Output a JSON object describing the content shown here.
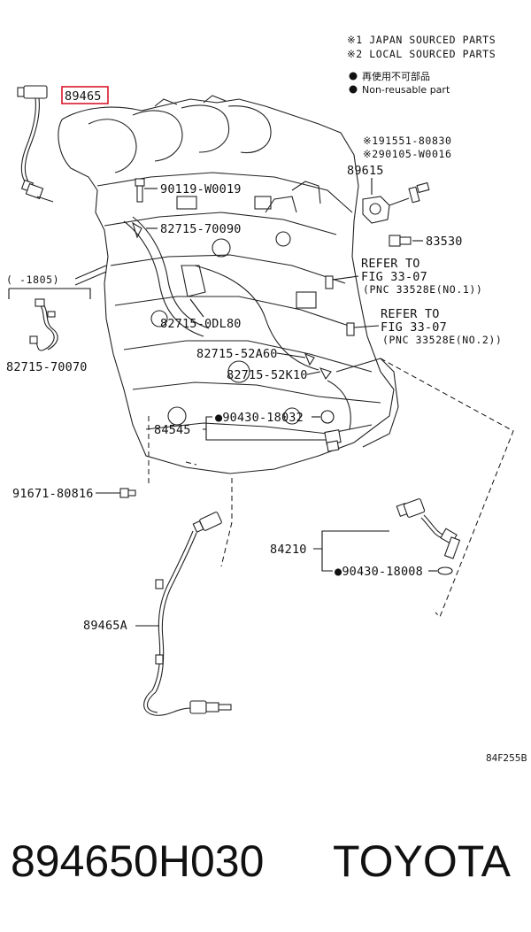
{
  "legend": {
    "note1": "※1 JAPAN SOURCED PARTS",
    "note2": "※2 LOCAL SOURCED PARTS",
    "nonreuse_jp": "再使用不可部品",
    "nonreuse_en": "Non-reusable part"
  },
  "parts": {
    "p89465": "89465",
    "p90119": "90119-W0019",
    "p82715_70090": "82715-70090",
    "p91551": "※191551-80830",
    "p90105": "※290105-W0016",
    "p89615": "89615",
    "p83530": "83530",
    "refer1_a": "REFER TO",
    "refer1_b": "FIG 33-07",
    "refer1_c": "(PNC 33528E(NO.1))",
    "refer2_a": "REFER TO",
    "refer2_b": "FIG 33-07",
    "refer2_c": "(PNC 33528E(NO.2))",
    "range": "(     -1805)",
    "p82715_70070": "82715-70070",
    "p82715_0DL80": "82715-0DL80",
    "p82715_52A60": "82715-52A60",
    "p82715_52K10": "82715-52K10",
    "p90430_18032": "●90430-18032",
    "p84545": "84545",
    "p91671": "91671-80816",
    "p84210": "84210",
    "p90430_18008": "●90430-18008",
    "p89465A": "89465A"
  },
  "figure_code": "84F255B",
  "caption": {
    "part_number": "894650H030",
    "brand": "TOYOTA"
  },
  "colors": {
    "highlight": "#d8182c",
    "ink": "#111111"
  }
}
